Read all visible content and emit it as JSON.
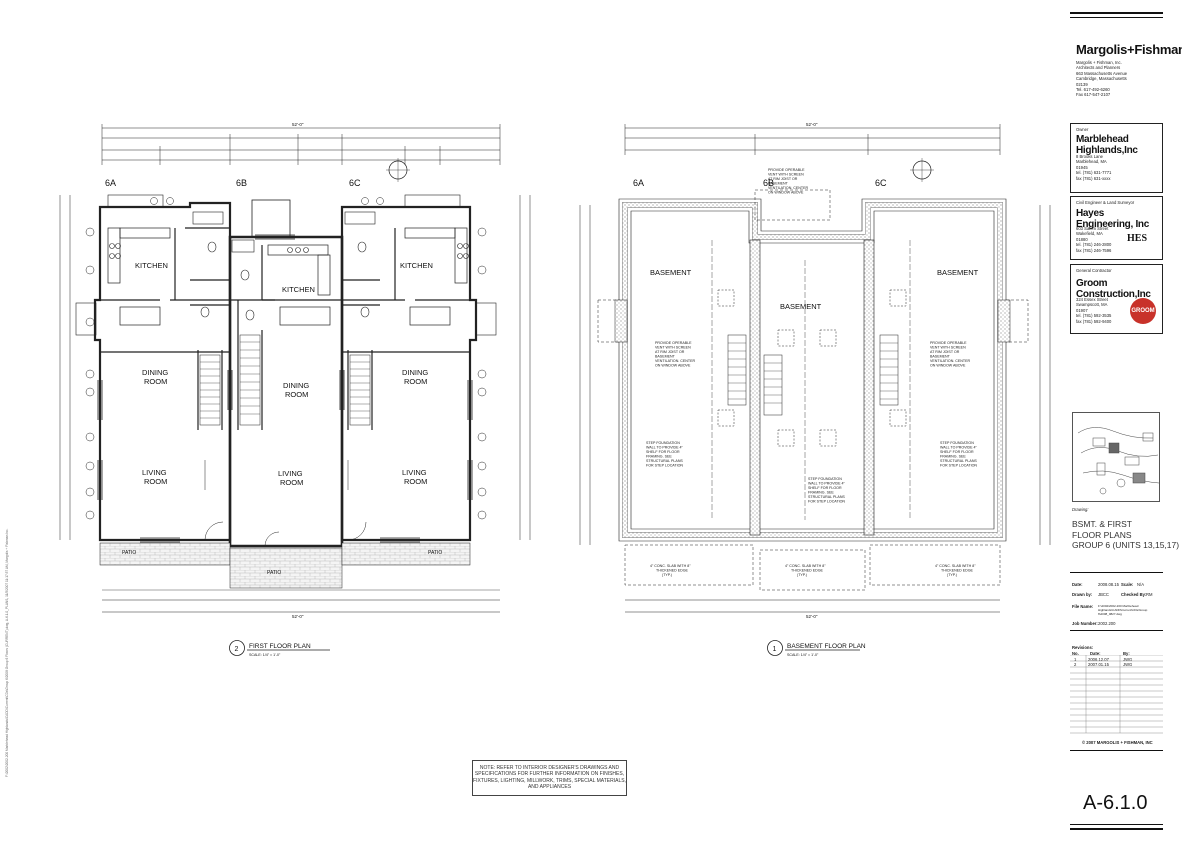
{
  "unit_labels": {
    "u6a": "6A",
    "u6b": "6B",
    "u6c": "6C"
  },
  "first_floor": {
    "kitchen": "KITCHEN",
    "dining_line1": "DINING",
    "dining_line2": "ROOM",
    "living_line1": "LIVING",
    "living_line2": "ROOM",
    "patio": "PATIO",
    "title": "FIRST FLOOR PLAN",
    "scale": "SCALE: 1/4\" = 1'-0\"",
    "number": "2",
    "overall_dim": "52'-0\""
  },
  "basement": {
    "room": "BASEMENT",
    "title": "BASEMENT FLOOR PLAN",
    "scale": "SCALE: 1/4\" = 1'-0\"",
    "number": "1",
    "overall_dim": "52'-0\"",
    "note_vent": [
      "PROVIDE OPERABLE",
      "VENT WITH SCREEN",
      "AT RIM JOIST OR",
      "BASEMENT",
      "VENTILATION. CENTER",
      "ON WINDOW ABOVE"
    ],
    "note_step": [
      "STEP FOUNDATION",
      "WALL TO PROVIDE 4\"",
      "SHELF FOR FLOOR",
      "FRAMING. SEE",
      "STRUCTURAL PLANS",
      "FOR STEP LOCATION"
    ],
    "note_slab": [
      "4\" CONC. SLAB WITH 8\"",
      "THICKENED EDGE",
      "(TYP.)"
    ]
  },
  "general_note": "NOTE: REFER TO INTERIOR DESIGNER'S DRAWINGS AND SPECIFICATIONS FOR FURTHER INFORMATION ON FINISHES, FIXTURES, LIGHTING, MILLWORK, TRIMS, SPECIAL MATERIALS, AND APPLIANCES",
  "title_block": {
    "architect": {
      "name": "Margolis+Fishman",
      "lines": [
        "Margolis + Fishman, Inc.",
        "Architects and Planners",
        "663 Massachusetts Avenue",
        "Cambridge, Massachusetts",
        "02139",
        "Tel. 617-492-6260",
        "Fax 617-547-2107"
      ]
    },
    "owner": {
      "label": "Owner",
      "name": "Marblehead Highlands,Inc",
      "lines": [
        "8 Brooks Lane",
        "Marblehead, MA",
        "01945",
        "tel. (781) 631-7771",
        "fax (781) 631-xxxx"
      ]
    },
    "engineer": {
      "label": "Civil Engineer & Land Surveyor",
      "name": "Hayes Engineering, Inc",
      "logo": "HES",
      "lines": [
        "603 Salem Street",
        "Wakefield, MA",
        "01880",
        "tel. (781) 246-2800",
        "fax (781) 246-7596"
      ]
    },
    "contractor": {
      "label": "General Contractor",
      "name": "Groom Construction,Inc",
      "logo": "GROOM",
      "lines": [
        "324 Essex Street",
        "Swampscott, MA",
        "01907",
        "tel. (781) 592-3535",
        "fax (781) 592-9400"
      ]
    },
    "drawing_label": "Drawing:",
    "drawing_title": [
      "BSMT. & FIRST",
      "FLOOR PLANS",
      "GROUP 6 (UNITS 13,15,17)"
    ],
    "date_label": "Date:",
    "date_value": "2008.08.15",
    "scale_label": "Scale:",
    "scale_value": "N/A",
    "drawn_label": "Drawn by:",
    "drawn_value": "JBCC",
    "checked_label": "Checked By:",
    "checked_value": "RM",
    "file_label": "File Name:",
    "file_value": "F:\\2002\\2002-200 Marblehead Highlands\\CADD\\Current\\CDs\\Group 6\\2008_0827.dwg",
    "job_label": "Job Number:",
    "job_value": "2002.200",
    "revisions_label": "Revisions:",
    "rev_headers": [
      "No.",
      "Date:",
      "By:"
    ],
    "revisions": [
      [
        "1",
        "2006.12.07",
        "JWG"
      ],
      [
        "2",
        "2007.01.15",
        "JWG"
      ]
    ],
    "copyright": "© 2007 MARGOLIS + FISHMAN, INC",
    "sheet_number": "A-6.1.0"
  },
  "side_path": "F:\\2002\\2002-200 Marblehead Highlands\\CADD\\Current\\CDs\\Group 6\\2008 Group 6 Floors (CURRENT).dwg, A-6.1.0_PLANS, 11/5/2007 11:17:37 AM, Margolis + Fishman Inc."
}
